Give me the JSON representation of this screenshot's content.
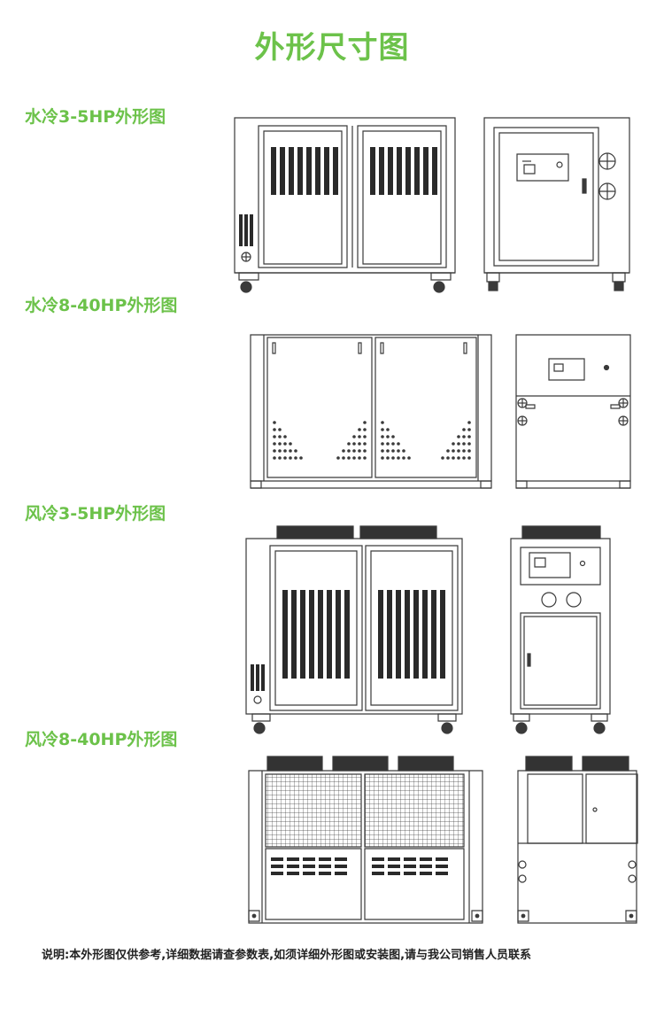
{
  "page": {
    "title": "外形尺寸图",
    "note": "说明:本外形图仅供参考,详细数据请查参数表,如须详细外形图或安装图,请与我公司销售人员联系"
  },
  "colors": {
    "accent": "#6cc24a",
    "line": "#3a3a3a",
    "text": "#222222"
  },
  "sections": [
    {
      "label": "水冷3-5HP外形图"
    },
    {
      "label": "水冷8-40HP外形图"
    },
    {
      "label": "风冷3-5HP外形图"
    },
    {
      "label": "风冷8-40HP外形图"
    }
  ]
}
